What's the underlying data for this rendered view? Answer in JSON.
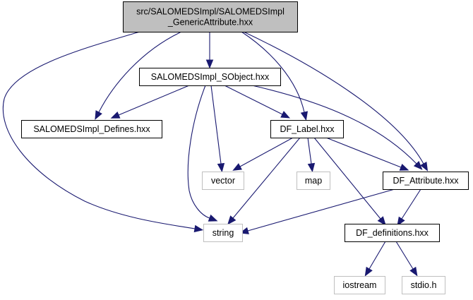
{
  "title": "src/SALOMEDSImpl/SALOMEDSImpl_GenericAttribute.hxx include dependency graph",
  "colors": {
    "edge": "#191970",
    "main_fill": "#bfbfbf",
    "documented_border": "#000000",
    "external_border": "#bfbfbf",
    "external_fill": "#ffffff"
  },
  "nodes": [
    {
      "id": "main",
      "label_lines": [
        "src/SALOMEDSImpl/SALOMEDSImpl",
        "_GenericAttribute.hxx"
      ],
      "kind": "main"
    },
    {
      "id": "sobject",
      "label_lines": [
        "SALOMEDSImpl_SObject.hxx"
      ],
      "kind": "documented"
    },
    {
      "id": "defines",
      "label_lines": [
        "SALOMEDSImpl_Defines.hxx"
      ],
      "kind": "documented"
    },
    {
      "id": "dflabel",
      "label_lines": [
        "DF_Label.hxx"
      ],
      "kind": "documented"
    },
    {
      "id": "vector",
      "label_lines": [
        "vector"
      ],
      "kind": "external"
    },
    {
      "id": "map",
      "label_lines": [
        "map"
      ],
      "kind": "external"
    },
    {
      "id": "dfattribute",
      "label_lines": [
        "DF_Attribute.hxx"
      ],
      "kind": "documented"
    },
    {
      "id": "string",
      "label_lines": [
        "string"
      ],
      "kind": "external"
    },
    {
      "id": "dfdefinitions",
      "label_lines": [
        "DF_definitions.hxx"
      ],
      "kind": "documented"
    },
    {
      "id": "iostream",
      "label_lines": [
        "iostream"
      ],
      "kind": "external"
    },
    {
      "id": "stdio",
      "label_lines": [
        "stdio.h"
      ],
      "kind": "external"
    }
  ],
  "edges": [
    {
      "from": "main",
      "to": "string"
    },
    {
      "from": "main",
      "to": "defines"
    },
    {
      "from": "main",
      "to": "sobject"
    },
    {
      "from": "main",
      "to": "dflabel"
    },
    {
      "from": "main",
      "to": "dfattribute"
    },
    {
      "from": "sobject",
      "to": "defines"
    },
    {
      "from": "sobject",
      "to": "string"
    },
    {
      "from": "sobject",
      "to": "vector"
    },
    {
      "from": "sobject",
      "to": "dflabel"
    },
    {
      "from": "sobject",
      "to": "dfattribute"
    },
    {
      "from": "dflabel",
      "to": "vector"
    },
    {
      "from": "dflabel",
      "to": "string"
    },
    {
      "from": "dflabel",
      "to": "map"
    },
    {
      "from": "dflabel",
      "to": "dfattribute"
    },
    {
      "from": "dflabel",
      "to": "dfdefinitions"
    },
    {
      "from": "dfattribute",
      "to": "string"
    },
    {
      "from": "dfattribute",
      "to": "dfdefinitions"
    },
    {
      "from": "dfdefinitions",
      "to": "iostream"
    },
    {
      "from": "dfdefinitions",
      "to": "stdio"
    }
  ]
}
